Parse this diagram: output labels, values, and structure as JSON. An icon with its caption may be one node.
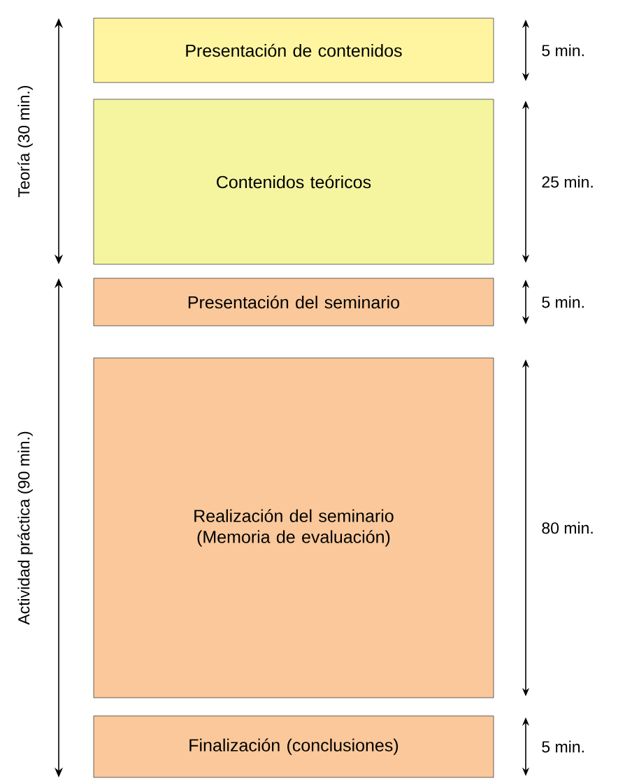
{
  "diagram": {
    "nodes": [
      {
        "text": [
          "Presentación de contenidos"
        ],
        "beside": [
          "5 min."
        ]
      },
      {
        "text": [
          "Contenidos teóricos"
        ],
        "beside": [
          "25 min."
        ]
      },
      {
        "text": [
          "Presentación del seminario"
        ],
        "beside": [
          "5 min."
        ]
      },
      {
        "text": [
          "Realización del seminario (Memoria de evaluación)"
        ],
        "beside": [
          "80 min."
        ]
      },
      {
        "text": [
          "Finalización (conclusiones)"
        ],
        "beside": [
          "5 min."
        ]
      }
    ],
    "labels": [
      "Teoría (30 min.)",
      "Actividad práctica (90 min.)"
    ]
  }
}
